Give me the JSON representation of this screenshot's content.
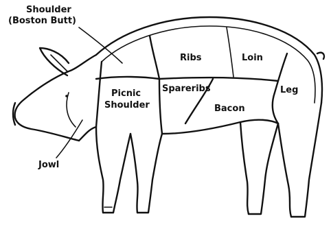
{
  "diagram": {
    "labels": {
      "shoulder_line1": "Shoulder",
      "shoulder_line2": "(Boston Butt)",
      "ribs": "Ribs",
      "loin": "Loin",
      "picnic_line1": "Picnic",
      "picnic_line2": "Shoulder",
      "spareribs": "Spareribs",
      "leg": "Leg",
      "bacon": "Bacon",
      "jowl": "Jowl"
    },
    "colors": {
      "ink": "#111111",
      "background": "#ffffff"
    }
  }
}
